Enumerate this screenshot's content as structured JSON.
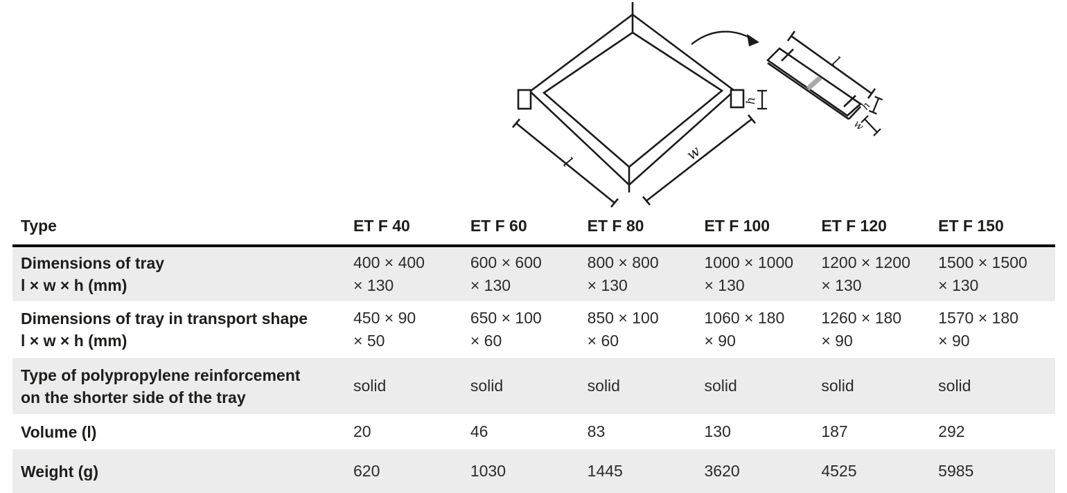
{
  "diagram": {
    "labels": {
      "length": "l",
      "width": "w",
      "height": "h",
      "folded_length": "l",
      "folded_width": "w",
      "folded_height": "h"
    }
  },
  "table": {
    "type_header": "Type",
    "columns": [
      "ET F 40",
      "ET F 60",
      "ET F 80",
      "ET F 100",
      "ET F 120",
      "ET F 150"
    ],
    "rows": [
      {
        "label_line1": "Dimensions of tray",
        "label_line2": "l × w × h (mm)",
        "values": [
          [
            "400 × 400",
            "× 130"
          ],
          [
            "600 × 600",
            "× 130"
          ],
          [
            "800 × 800",
            "× 130"
          ],
          [
            "1000 × 1000",
            "× 130"
          ],
          [
            "1200 × 1200",
            "× 130"
          ],
          [
            "1500 × 1500",
            "× 130"
          ]
        ]
      },
      {
        "label_line1": "Dimensions of tray in transport shape",
        "label_line2": "l × w × h (mm)",
        "values": [
          [
            "450 × 90",
            "× 50"
          ],
          [
            "650 × 100",
            "× 60"
          ],
          [
            "850 × 100",
            "× 60"
          ],
          [
            "1060 × 180",
            "× 90"
          ],
          [
            "1260 × 180",
            "× 90"
          ],
          [
            "1570 × 180",
            "× 90"
          ]
        ]
      },
      {
        "label_line1": "Type of polypropylene reinforcement",
        "label_line2": "on the shorter side of the tray",
        "values": [
          [
            "solid"
          ],
          [
            "solid"
          ],
          [
            "solid"
          ],
          [
            "solid"
          ],
          [
            "solid"
          ],
          [
            "solid"
          ]
        ]
      },
      {
        "label_line1": "Volume (l)",
        "values": [
          [
            "20"
          ],
          [
            "46"
          ],
          [
            "83"
          ],
          [
            "130"
          ],
          [
            "187"
          ],
          [
            "292"
          ]
        ]
      },
      {
        "label_line1": "Weight (g)",
        "values": [
          [
            "620"
          ],
          [
            "1030"
          ],
          [
            "1445"
          ],
          [
            "3620"
          ],
          [
            "4525"
          ],
          [
            "5985"
          ]
        ]
      }
    ]
  },
  "colors": {
    "row_shade": "#ececed",
    "text": "#1d1d1b",
    "header_rule": "#000000",
    "diagram_gray": "#a8a8a8"
  }
}
